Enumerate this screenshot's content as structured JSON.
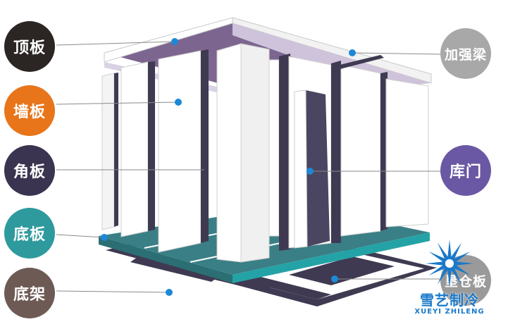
{
  "labels": {
    "top_panel": "顶板",
    "wall_panel": "墙板",
    "corner_panel": "角板",
    "floor_panel": "底板",
    "base_frame": "底架",
    "reinforcement_beam": "加强梁",
    "storage_door": "库门",
    "storage_panel": "垦仓板"
  },
  "logo": {
    "name": "雪艺制冷",
    "pinyin": "XUEYI ZHILENG"
  },
  "colors": {
    "top_panel": "#2b2523",
    "wall_panel": "#e8751a",
    "corner_panel": "#3a3450",
    "floor_panel": "#2e9a9e",
    "base_frame": "#6e5a55",
    "reinforcement_beam": "#a8a8a8",
    "storage_door": "#6a58a4",
    "storage_panel": "#9a9a9a",
    "marker": "#1e88d6",
    "logo": "#1a79c9"
  }
}
